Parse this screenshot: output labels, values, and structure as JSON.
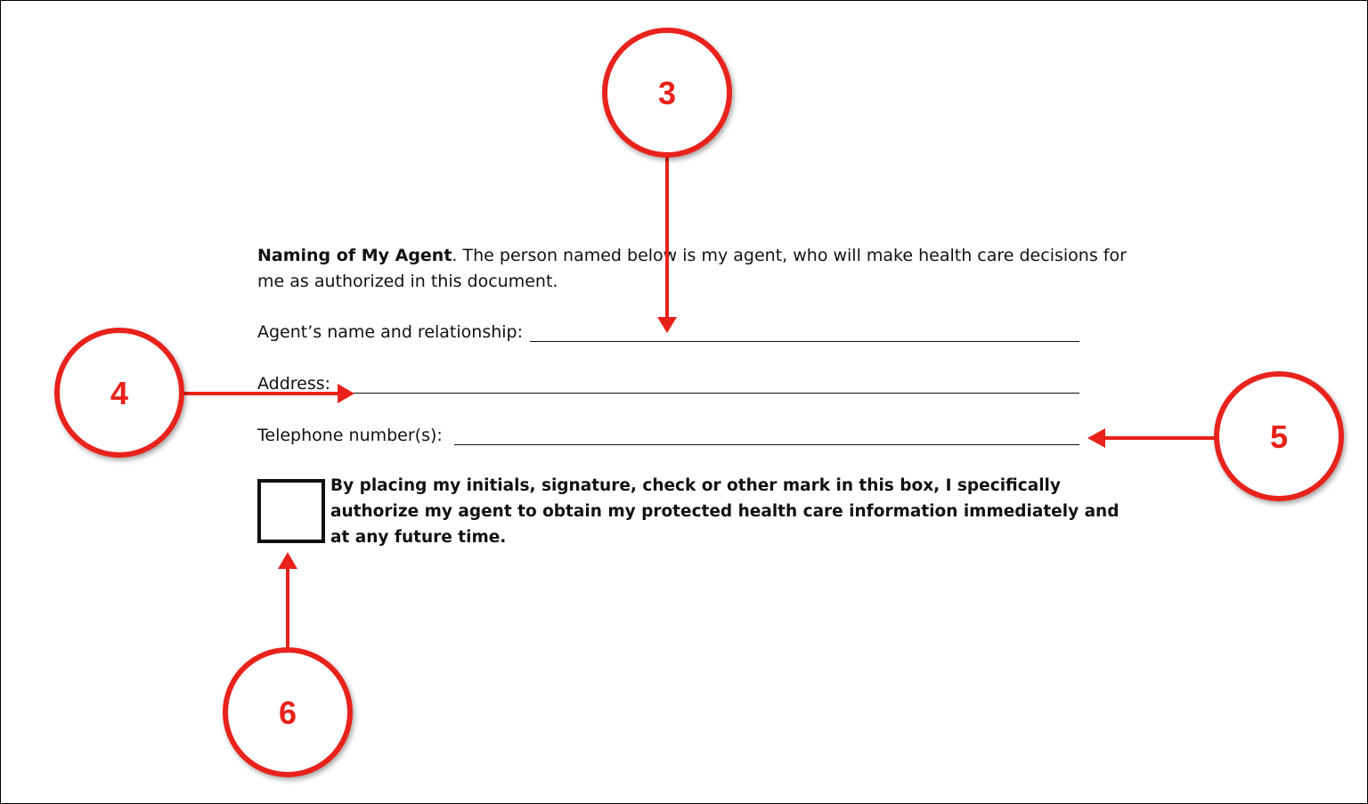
{
  "document": {
    "heading_bold": "Naming of My Agent",
    "heading_rest": ". The person named below is my agent, who will make health care decisions for me as authorized in this document.",
    "fields": [
      {
        "label": "Agent’s name and relationship:"
      },
      {
        "label": "Address:"
      },
      {
        "label": "Telephone number(s):"
      }
    ],
    "consent_text": "By placing my initials, signature, check or other mark in this box, I specifically authorize my agent to obtain my protected health care information immediately and at any future time."
  },
  "callouts": [
    {
      "number": "3",
      "target": "agent-name-line"
    },
    {
      "number": "4",
      "target": "address-line"
    },
    {
      "number": "5",
      "target": "telephone-line"
    },
    {
      "number": "6",
      "target": "authorization-checkbox"
    }
  ],
  "colors": {
    "callout": "#e8221a",
    "text": "#111111",
    "background": "#ffffff"
  }
}
